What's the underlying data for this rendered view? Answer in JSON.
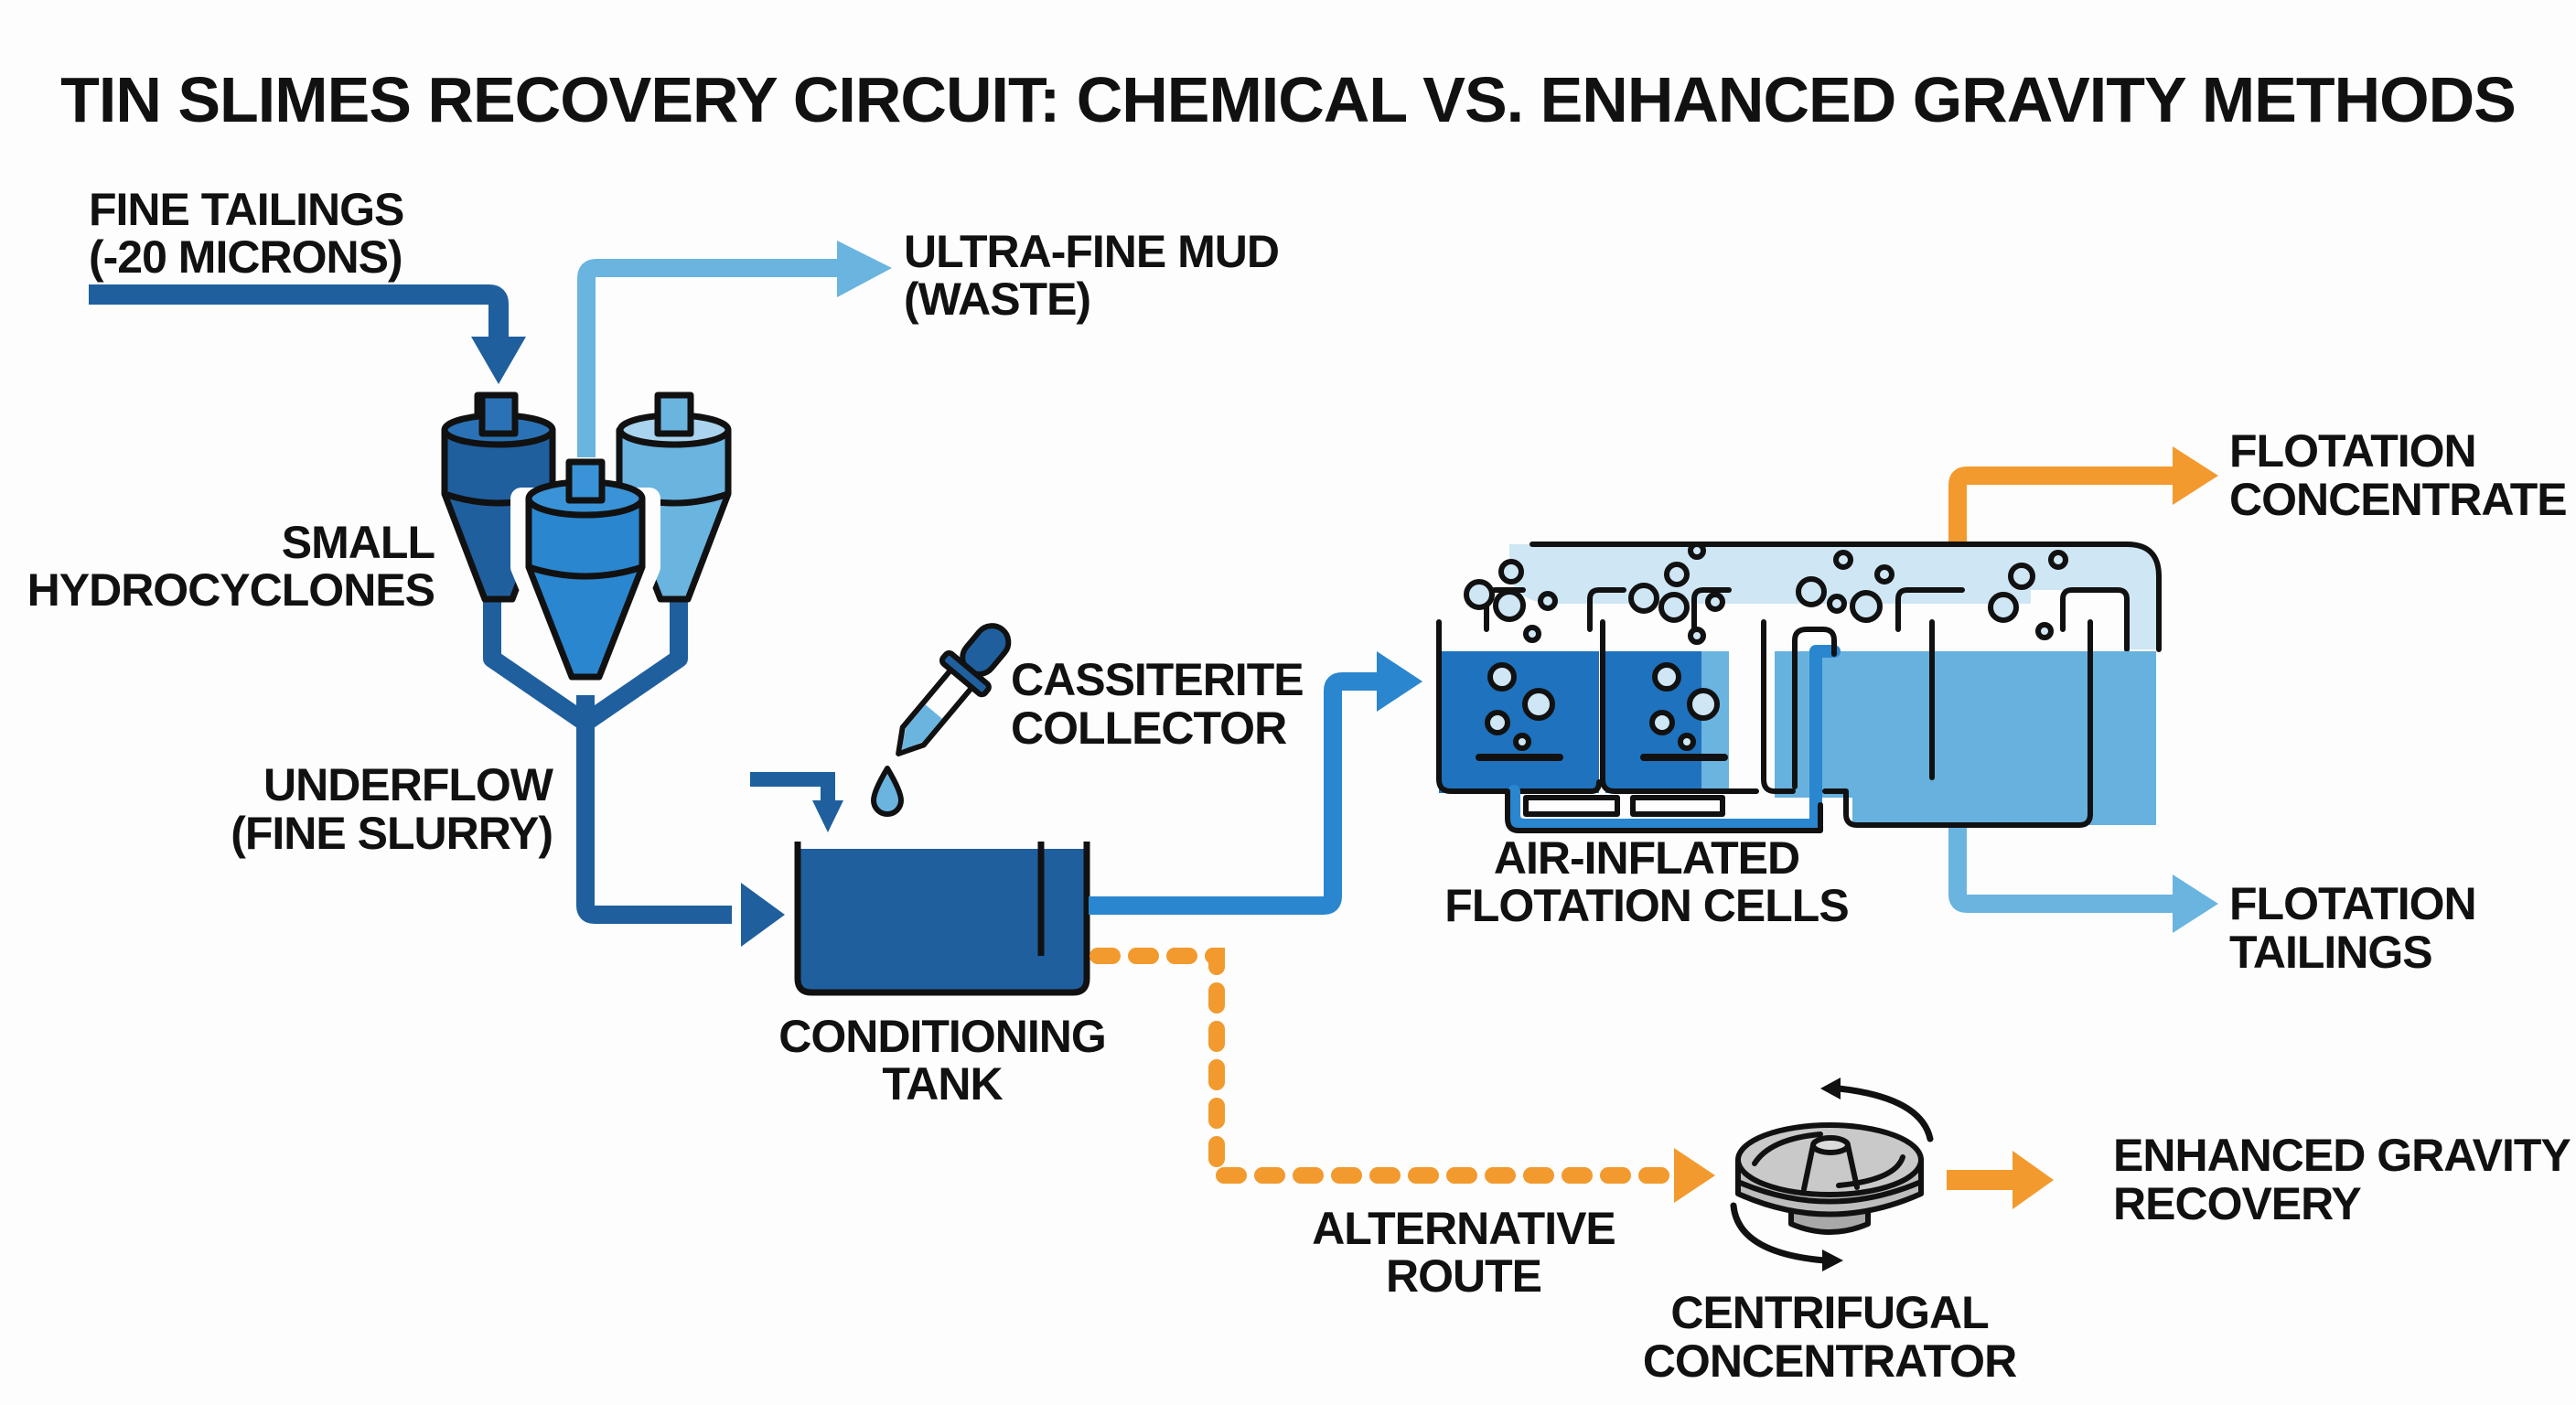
{
  "title": "TIN SLIMES RECOVERY CIRCUIT: CHEMICAL VS. ENHANCED GRAVITY METHODS",
  "colors": {
    "dark_blue": "#1f5f9e",
    "mid_blue": "#2a86cf",
    "light_blue": "#6ab4e0",
    "pale_blue": "#cfe6f4",
    "orange": "#f29a2e",
    "outline": "#111111",
    "steel": "#b9b9b9",
    "background": "#fdfdfd"
  },
  "labels": {
    "fine_tailings": [
      "FINE TAILINGS",
      "(-20 MICRONS)"
    ],
    "ultra_fine_mud": [
      "ULTRA-FINE MUD",
      "(WASTE)"
    ],
    "hydrocyclones": [
      "SMALL",
      "HYDROCYCLONES"
    ],
    "underflow": [
      "UNDERFLOW",
      "(FINE SLURRY)"
    ],
    "collector": [
      "CASSITERITE",
      "COLLECTOR"
    ],
    "conditioning_tank": [
      "CONDITIONING",
      "TANK"
    ],
    "flotation_cells": [
      "AIR-INFLATED",
      "FLOTATION CELLS"
    ],
    "flotation_concentrate": [
      "FLOTATION",
      "CONCENTRATE"
    ],
    "flotation_tailings": [
      "FLOTATION",
      "TAILINGS"
    ],
    "alternative_route": [
      "ALTERNATIVE",
      "ROUTE"
    ],
    "centrifugal": [
      "CENTRIFUGAL",
      "CONCENTRATOR"
    ],
    "enhanced_gravity": [
      "ENHANCED GRAVITY",
      "RECOVERY"
    ]
  },
  "nodes": [
    {
      "id": "hydrocyclones",
      "name": "Small Hydrocyclones",
      "icon": "hydrocyclone-icon"
    },
    {
      "id": "conditioning_tank",
      "name": "Conditioning Tank",
      "icon": "tank-icon"
    },
    {
      "id": "collector",
      "name": "Cassiterite Collector",
      "icon": "dropper-icon"
    },
    {
      "id": "flotation_cells",
      "name": "Air-Inflated Flotation Cells",
      "icon": "flotation-cell-icon"
    },
    {
      "id": "centrifugal",
      "name": "Centrifugal Concentrator",
      "icon": "centrifuge-icon"
    }
  ],
  "edges": [
    {
      "from": "fine_tailings",
      "to": "hydrocyclones",
      "style": "solid",
      "color": "dark_blue"
    },
    {
      "from": "hydrocyclones",
      "to": "ultra_fine_mud",
      "style": "solid",
      "color": "light_blue"
    },
    {
      "from": "hydrocyclones",
      "to": "conditioning_tank",
      "label": "underflow",
      "style": "solid",
      "color": "dark_blue"
    },
    {
      "from": "collector",
      "to": "conditioning_tank",
      "style": "drop"
    },
    {
      "from": "conditioning_tank",
      "to": "flotation_cells",
      "style": "solid",
      "color": "mid_blue"
    },
    {
      "from": "flotation_cells",
      "to": "flotation_concentrate",
      "style": "solid",
      "color": "orange"
    },
    {
      "from": "flotation_cells",
      "to": "flotation_tailings",
      "style": "solid",
      "color": "light_blue"
    },
    {
      "from": "conditioning_tank",
      "to": "centrifugal",
      "label": "alternative_route",
      "style": "dashed",
      "color": "orange"
    },
    {
      "from": "centrifugal",
      "to": "enhanced_gravity",
      "style": "solid",
      "color": "orange"
    }
  ]
}
